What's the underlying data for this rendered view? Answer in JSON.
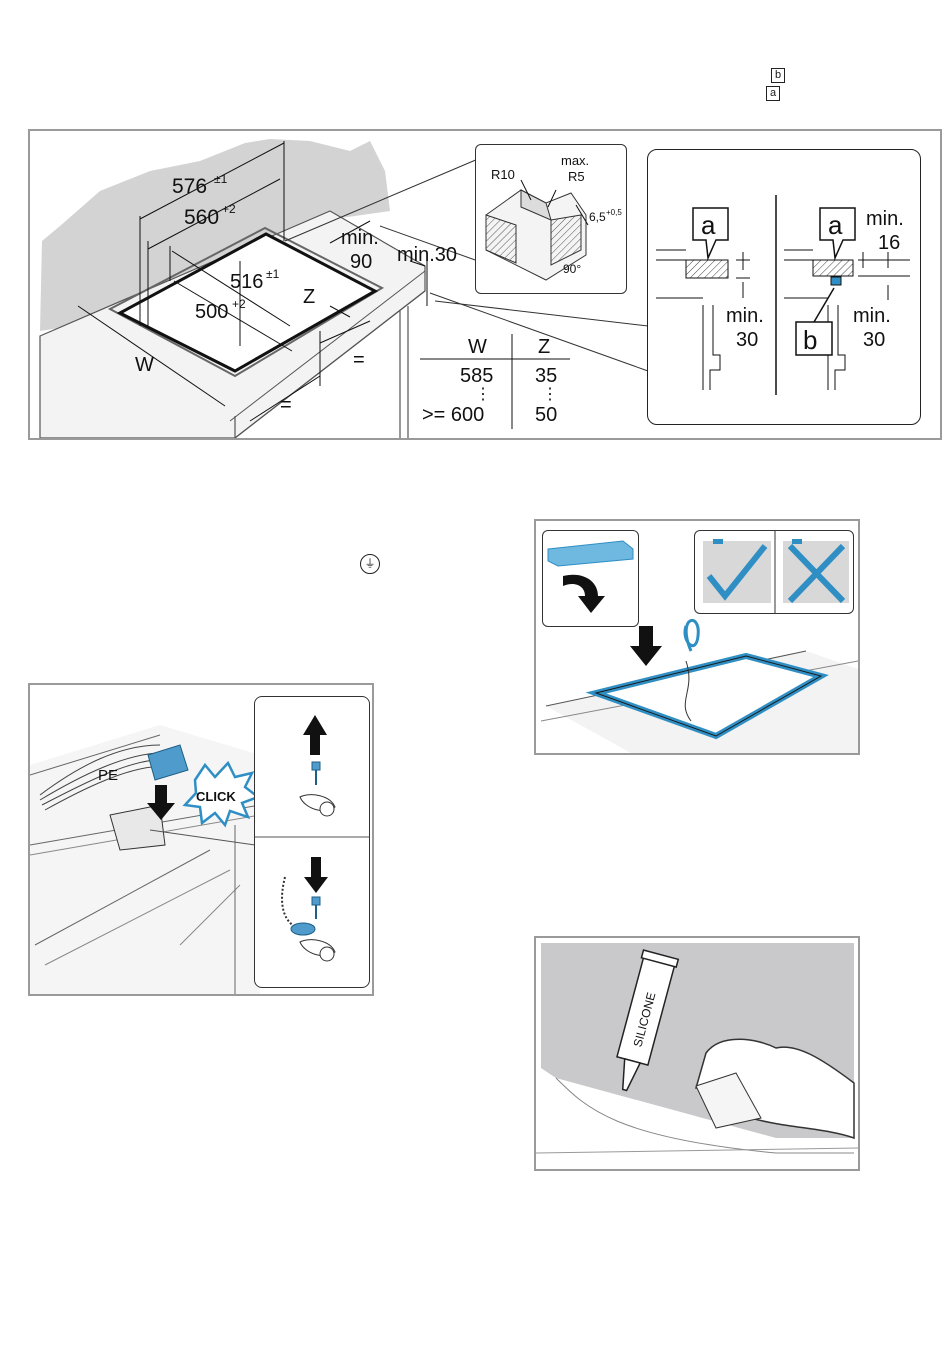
{
  "header_markers": {
    "b": "b",
    "a": "a"
  },
  "figure1": {
    "dims": {
      "d576": "576",
      "d576_tol": "±1",
      "d560": "560",
      "d560_tol": "+2",
      "d516": "516",
      "d516_tol": "±1",
      "d500": "500",
      "d500_tol": "+2",
      "min90_a": "min.",
      "min90_b": "90",
      "min30": "min.30",
      "z": "Z",
      "w": "W",
      "eq": "="
    },
    "corner_detail": {
      "max": "max.",
      "r10": "R10",
      "r5": "R5",
      "depth": "6,5",
      "depth_tol": "+0,5",
      "angle": "90°"
    },
    "table": {
      "headers": [
        "W",
        "Z"
      ],
      "rows": [
        [
          "585",
          "35"
        ],
        [
          ">= 600",
          "50"
        ]
      ],
      "ellipsis": "⋮"
    },
    "inset": {
      "a_left": "a",
      "a_right": "a",
      "b": "b",
      "min16_a": "min.",
      "min16_b": "16",
      "min30l_a": "min.",
      "min30l_b": "30",
      "min30r_a": "min.",
      "min30r_b": "30"
    }
  },
  "earth_symbol": "⏚",
  "figure_ground": {
    "pe": "PE",
    "click": "CLICK"
  },
  "figure_silicone": {
    "tube_label": "SILICONE"
  },
  "colors": {
    "accent_blue": "#2f8fc4",
    "border_gray": "#9a9a9a",
    "wall_gray": "#d3d3d3"
  }
}
